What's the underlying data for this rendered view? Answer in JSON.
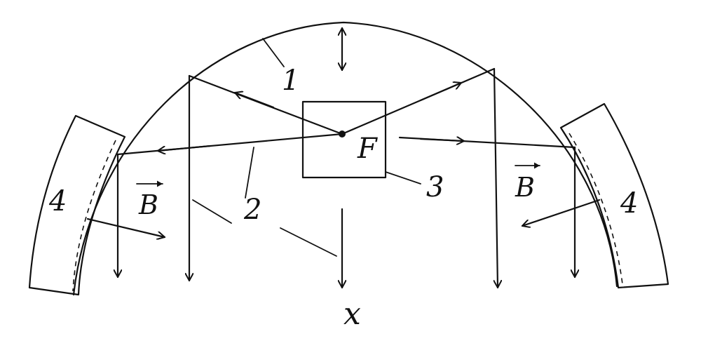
{
  "labels": {
    "mirror": "1",
    "rays": "2",
    "source_box": "3",
    "magnet_left": "4",
    "magnet_right": "4",
    "focus": "F",
    "field_left": "B",
    "field_right": "B",
    "axis": "x"
  }
}
